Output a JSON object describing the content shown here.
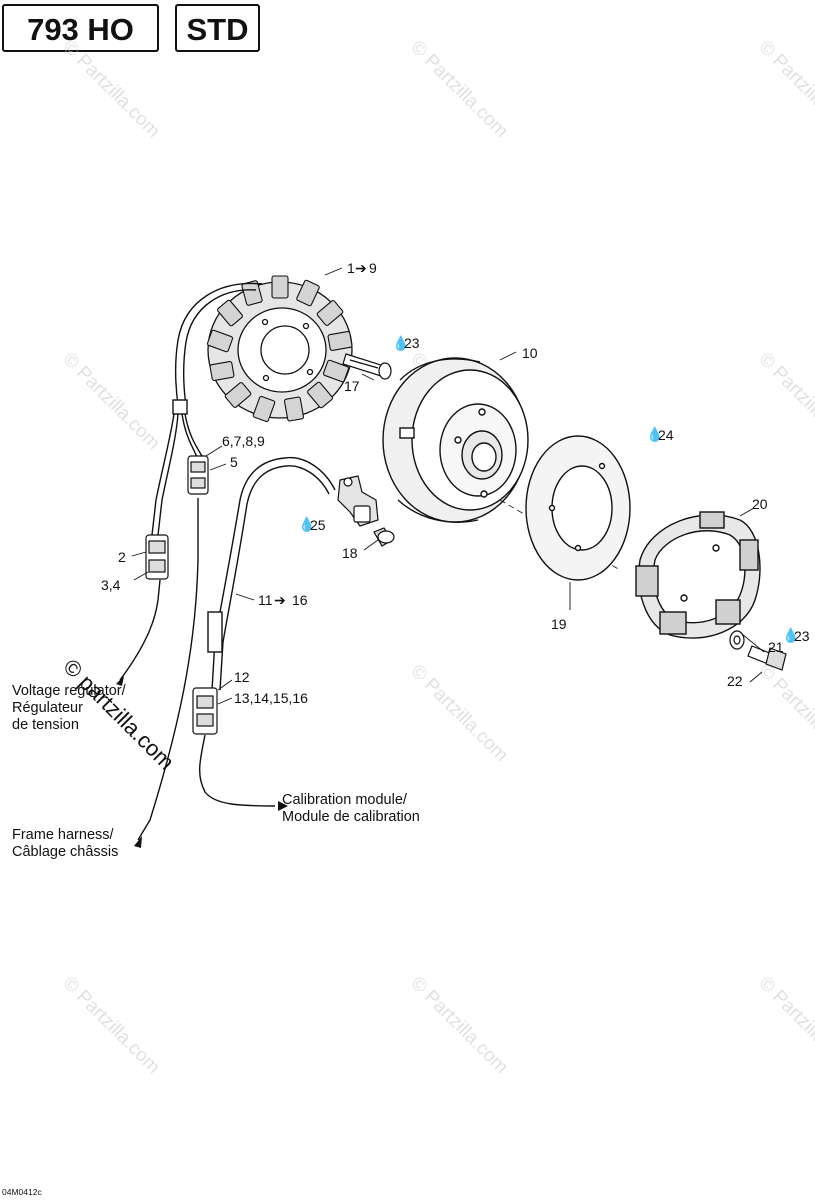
{
  "header": {
    "model_badge": "793 HO",
    "variant_badge": "STD"
  },
  "callouts": {
    "c1": "1",
    "c2": "2",
    "c3": "3,4",
    "c5": "5",
    "c6": "6,7,8,9",
    "c10": "10",
    "c11": "11",
    "c12": "12",
    "c13": "13,14,15,16",
    "c16": "16",
    "c17": "17",
    "c18": "18",
    "c19": "19",
    "c20": "20",
    "c21": "21",
    "c22": "22",
    "c9": "9",
    "c23a": "23",
    "c23b": "23",
    "c24": "24",
    "c25": "25"
  },
  "notes": {
    "voltage_regulator_line1": "Voltage regulator/",
    "voltage_regulator_line2": "Régulateur",
    "voltage_regulator_line3": "de tension",
    "calibration_line1": "Calibration module/",
    "calibration_line2": "Module de calibration",
    "frame_harness_line1": "Frame harness/",
    "frame_harness_line2": "Câblage châssis"
  },
  "watermark": {
    "text": "© Partzilla.com",
    "big_text": "© partzilla.com"
  },
  "footer": {
    "reference_code": "04M0412c"
  }
}
